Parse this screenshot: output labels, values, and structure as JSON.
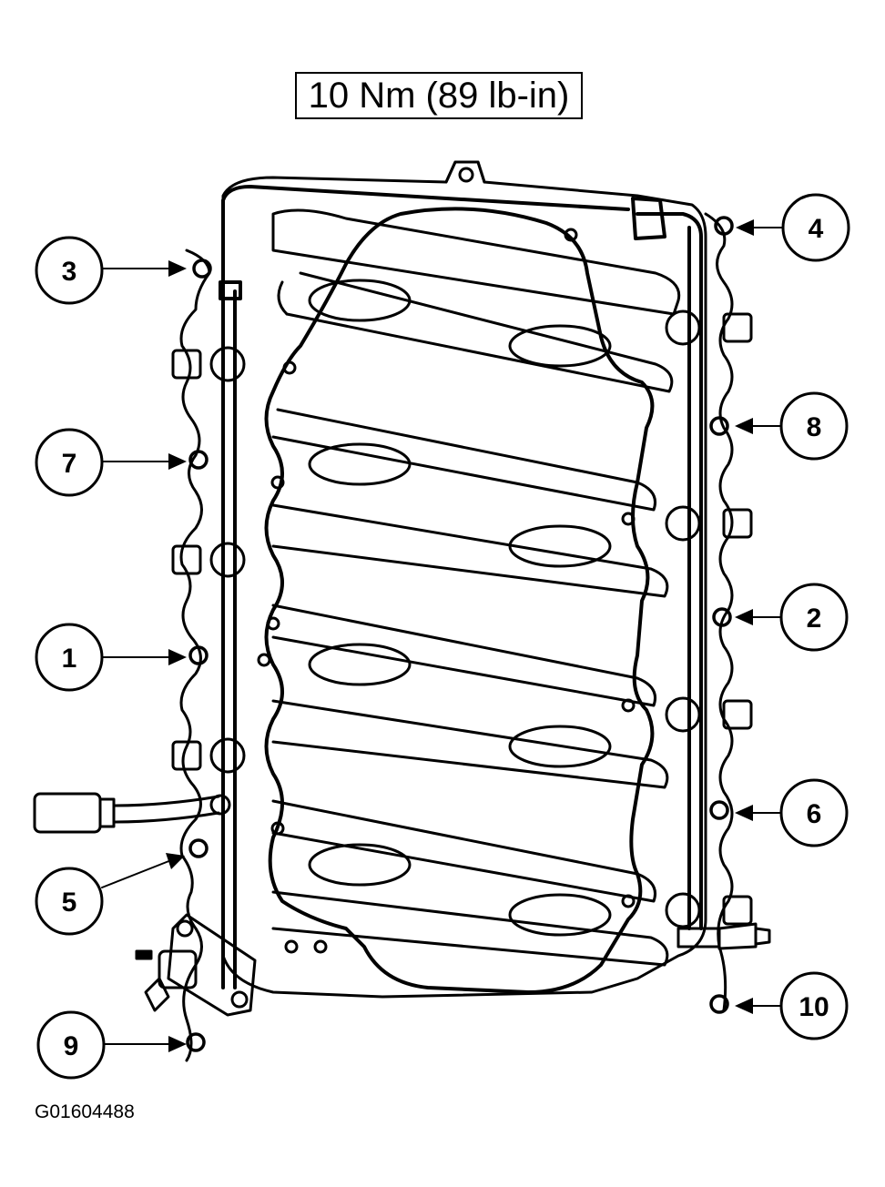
{
  "torque_spec": "10 Nm (89 lb-in)",
  "figure_id": "G01604488",
  "callouts": [
    {
      "number": "1"
    },
    {
      "number": "2"
    },
    {
      "number": "3"
    },
    {
      "number": "4"
    },
    {
      "number": "5"
    },
    {
      "number": "6"
    },
    {
      "number": "7"
    },
    {
      "number": "8"
    },
    {
      "number": "9"
    },
    {
      "number": "10"
    }
  ],
  "colors": {
    "ink": "#000000",
    "paper": "#ffffff"
  }
}
